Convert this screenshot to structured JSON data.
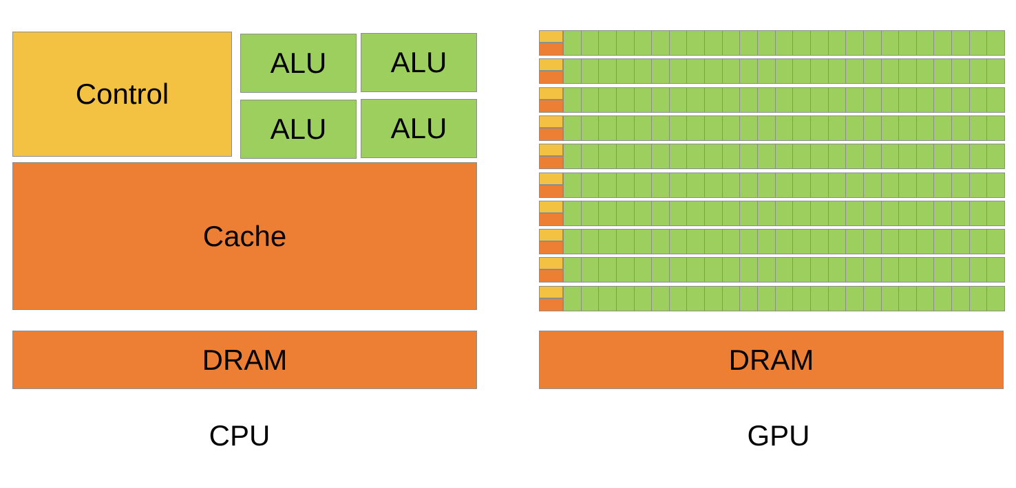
{
  "cpu": {
    "control_label": "Control",
    "alu_labels": [
      "ALU",
      "ALU",
      "ALU",
      "ALU"
    ],
    "cache_label": "Cache",
    "dram_label": "DRAM",
    "caption": "CPU"
  },
  "gpu": {
    "dram_label": "DRAM",
    "caption": "GPU",
    "rows": 10,
    "alus_per_row": 25
  },
  "colors": {
    "control": "#f4c242",
    "alu": "#9dcf5e",
    "cache_dram": "#ed7f35",
    "border": "#8c8c8c"
  }
}
